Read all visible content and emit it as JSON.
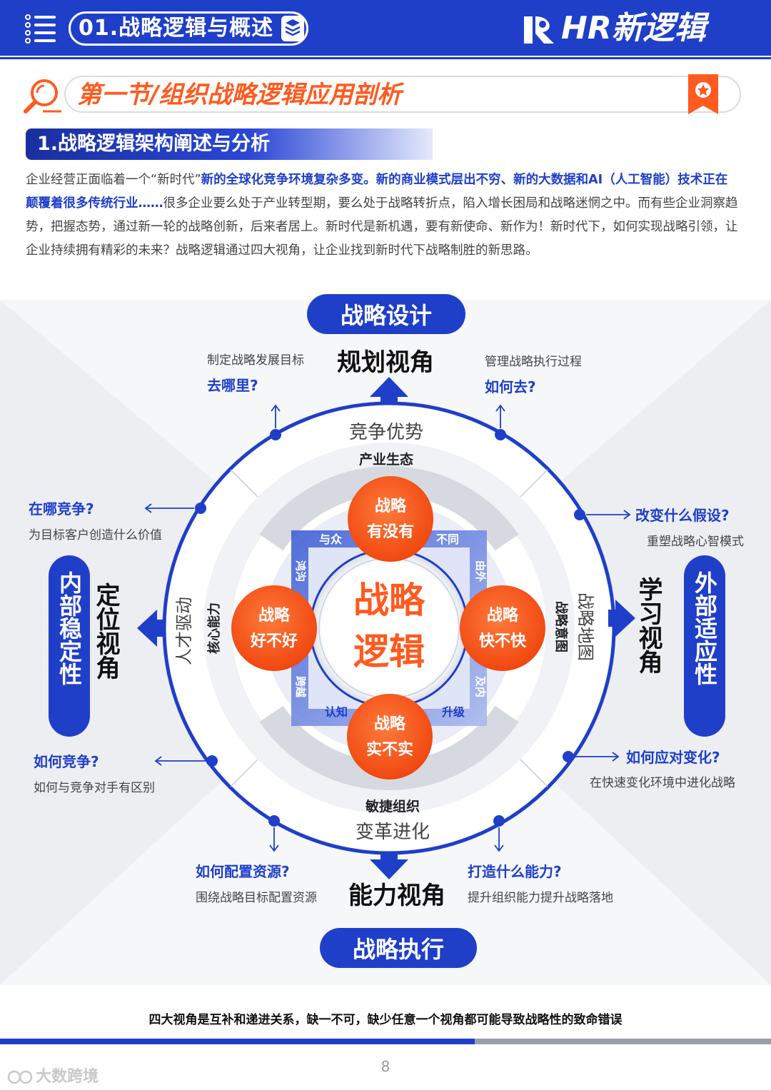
{
  "header": {
    "chapter": "01.战略逻辑与概述",
    "brand": "HR新逻辑"
  },
  "section": {
    "title": "第一节/组织战略逻辑应用剖析"
  },
  "subheading": "1.战略逻辑架构阐述与分析",
  "paragraph": {
    "p1": "企业经营正面临着一个“新时代”",
    "p2": "新的全球化竞争环境复杂多变。新的商业模式层出不穷、新的大数据和AI（人工智能）技术正在颠覆着很多传统行业……",
    "p3": "很多企业要么处于产业转型期，要么处于战略转折点，陷入增长困局和战略迷惘之中。而有些企业洞察趋势，把握态势，通过新一轮的战略创新，后来者居上。新时代是新机遇，要有新使命、新作为！新时代下，如何实现战略引领，让企业持续拥有精彩的未来？战略逻辑通过四大视角，让企业找到新时代下战略制胜的新思路。"
  },
  "diagram": {
    "top_pill": "战略设计",
    "bottom_pill": "战略执行",
    "left_pill": "内部稳定性",
    "right_pill": "外部适应性",
    "top_view": "规划视角",
    "bottom_view": "能力视角",
    "left_view": "定位视角",
    "right_view": "学习视角",
    "center": [
      "战略",
      "逻辑"
    ],
    "top_circle": [
      "战略",
      "有没有"
    ],
    "bottom_circle": [
      "战略",
      "实不实"
    ],
    "left_circle": [
      "战略",
      "好不好"
    ],
    "right_circle": [
      "战略",
      "快不快"
    ],
    "ring_top_outer": "竞争优势",
    "ring_top_inner": "产业生态",
    "ring_bottom_inner": "敏捷组织",
    "ring_bottom_outer": "变革进化",
    "ring_left_outer": "人才驱动",
    "ring_left_inner": "核心能力",
    "ring_right_outer": "战略地图",
    "ring_right_inner": "战略意图",
    "square": {
      "top_left": "与众",
      "top_right": "不同",
      "bottom_left": "认知",
      "bottom_right": "升级",
      "left_top": "鸿沟",
      "left_bottom": "跨越",
      "right_top": "由外",
      "right_bottom": "及内"
    },
    "q_top_left": {
      "small": "制定战略发展目标",
      "question": "去哪里?"
    },
    "q_top_right": {
      "small": "管理战略执行过程",
      "question": "如何去?"
    },
    "q_left_top": {
      "question": "在哪竞争?",
      "small": "为目标客户创造什么价值"
    },
    "q_left_bottom": {
      "question": "如何竞争?",
      "small": "如何与竞争对手有区别"
    },
    "q_right_top": {
      "question": "改变什么假设?",
      "small": "重塑战略心智模式"
    },
    "q_right_bottom": {
      "question": "如何应对变化?",
      "small": "在快速变化环境中进化战略"
    },
    "q_bottom_left": {
      "question": "如何配置资源?",
      "small": "围绕战略目标配置资源"
    },
    "q_bottom_right": {
      "question": "打造什么能力?",
      "small": "提升组织能力提升战略落地"
    }
  },
  "footer": {
    "note": "四大视角是互补和递进关系，缺一不可，缺少任意一个视角都可能导致战略性的致命错误",
    "page": "8",
    "watermark": "大数跨境"
  },
  "colors": {
    "brand_blue": "#1f3fc9",
    "accent_orange": "#ff5a1f"
  }
}
